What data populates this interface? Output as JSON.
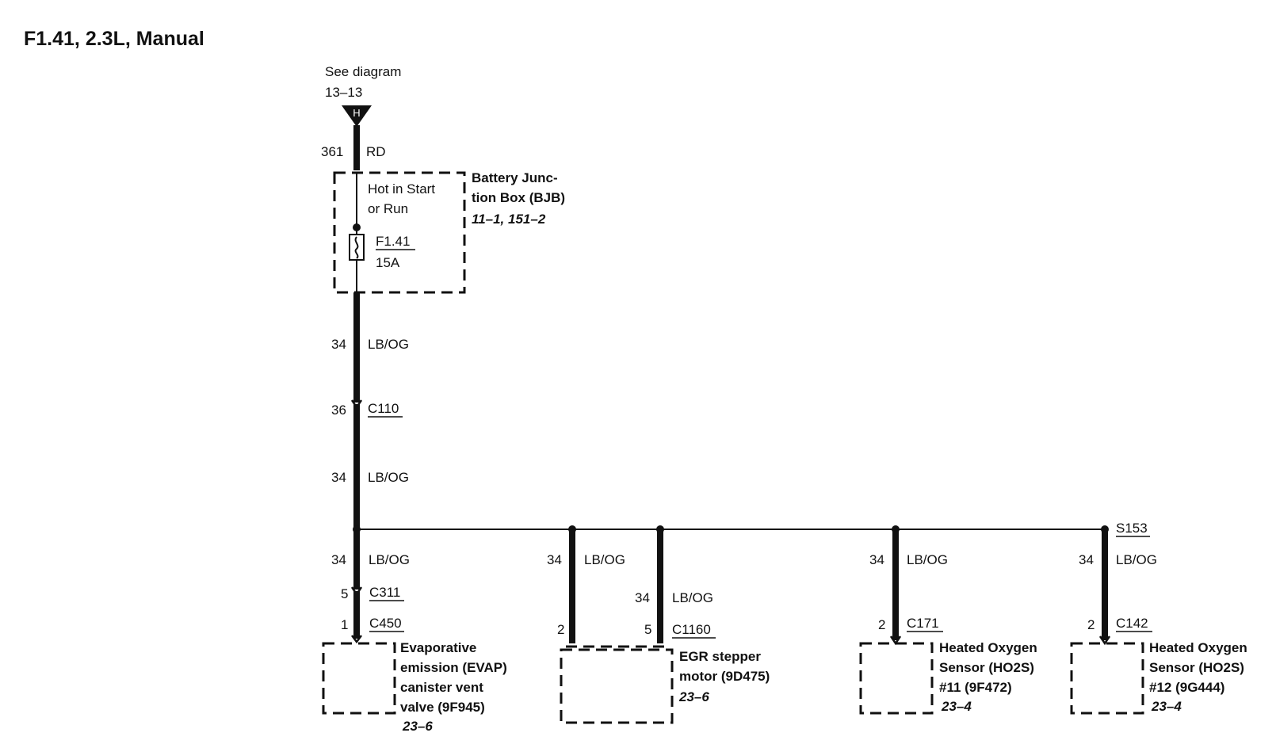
{
  "title": "F1.41, 2.3L, Manual",
  "top_ref": {
    "line1": "See diagram",
    "line2": "13–13",
    "connector_letter": "H"
  },
  "feed_wire": {
    "circuit": "361",
    "color": "RD"
  },
  "bjb": {
    "name_line1": "Battery Junc-",
    "name_line2": "tion Box (BJB)",
    "ref": "11–1, 151–2",
    "hot_line1": "Hot in Start",
    "hot_line2": "or Run",
    "fuse_name": "F1.41",
    "fuse_rating": "15A"
  },
  "main_wire": {
    "circuit": "34",
    "color": "LB/OG"
  },
  "c110": {
    "pin": "36",
    "name": "C110"
  },
  "splice": "S153",
  "branches": [
    {
      "circuit": "34",
      "color": "LB/OG",
      "c1_pin": "5",
      "c1_name": "C311",
      "c2_pin": "1",
      "c2_name": "C450",
      "comp_lines": [
        "Evaporative",
        "emission (EVAP)",
        "canister vent",
        "valve (9F945)"
      ],
      "comp_ref": "23–6"
    },
    {
      "circuit": "34",
      "color": "LB/OG",
      "pin": "2"
    },
    {
      "circuit": "34",
      "color": "LB/OG",
      "pin": "5",
      "conn_name": "C1160",
      "comp_lines": [
        "EGR stepper",
        "motor (9D475)"
      ],
      "comp_ref": "23–6"
    },
    {
      "circuit": "34",
      "color": "LB/OG",
      "pin": "2",
      "conn_name": "C171",
      "comp_lines": [
        "Heated Oxygen",
        "Sensor (HO2S)",
        "#11 (9F472)"
      ],
      "comp_ref": "23–4"
    },
    {
      "circuit": "34",
      "color": "LB/OG",
      "pin": "2",
      "conn_name": "C142",
      "comp_lines": [
        "Heated Oxygen",
        "Sensor (HO2S)",
        "#12 (9G444)"
      ],
      "comp_ref": "23–4"
    }
  ]
}
